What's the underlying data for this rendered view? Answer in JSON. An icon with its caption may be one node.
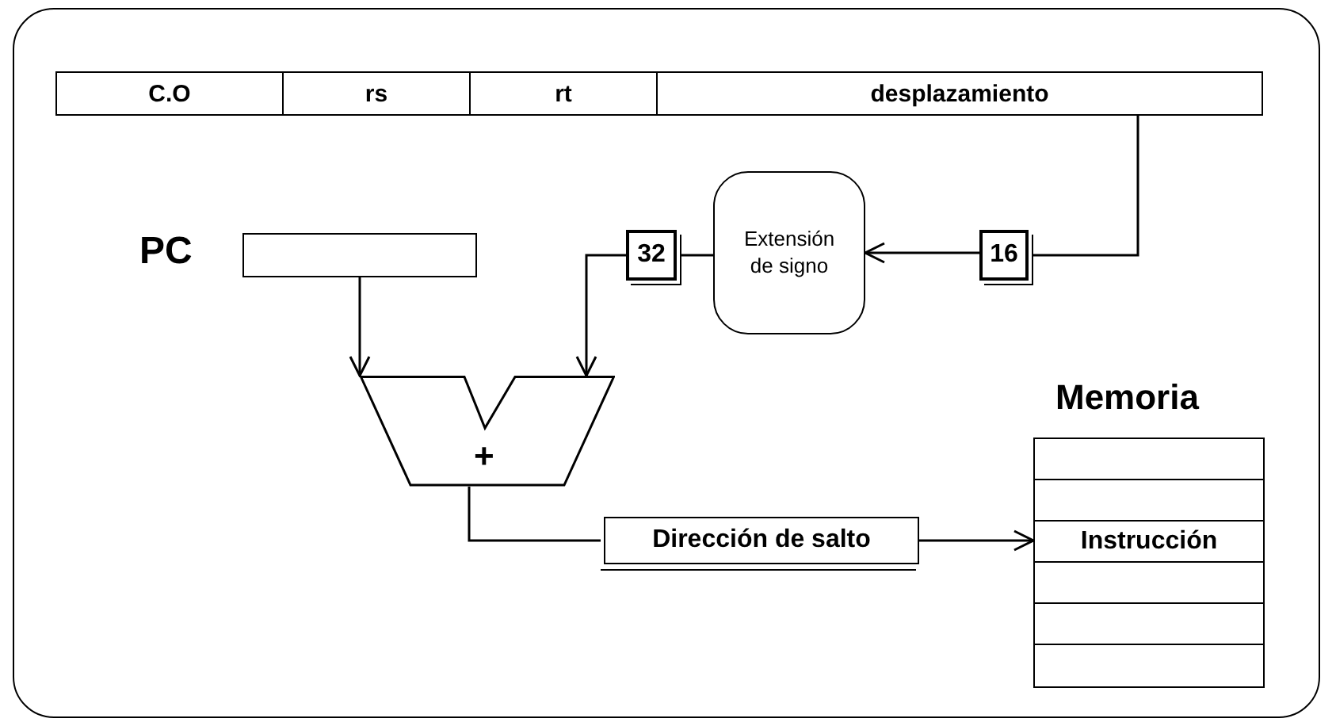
{
  "diagram": {
    "nodes": [
      {
        "text": [
          "C.O"
        ]
      },
      {
        "text": [
          "rs"
        ]
      },
      {
        "text": [
          "rt"
        ]
      },
      {
        "text": [
          "desplazamiento"
        ]
      },
      {
        "text": [
          "PC"
        ]
      },
      {
        "text": [
          "16"
        ]
      },
      {
        "text": [
          "Extensión de signo"
        ]
      },
      {
        "text": [
          "32"
        ]
      },
      {
        "text": [
          "+"
        ]
      },
      {
        "text": [
          "Dirección de salto"
        ]
      },
      {
        "text": [
          "Memoria"
        ]
      },
      {
        "text": [],
        "shape": "box",
        "in": 10
      },
      {
        "text": [],
        "shape": "box",
        "in": 10
      },
      {
        "text": [
          "Instrucción"
        ],
        "in": 10
      },
      {
        "text": [],
        "shape": "box",
        "in": 10
      },
      {
        "text": [],
        "shape": "box",
        "in": 10
      },
      {
        "text": [],
        "shape": "box",
        "in": 10
      }
    ],
    "edges": [
      {
        "from": 3,
        "to": 5,
        "arrow": "none"
      },
      {
        "from": 5,
        "to": 6,
        "arrow": "to"
      },
      {
        "from": 6,
        "to": 7,
        "arrow": "none"
      },
      {
        "from": 7,
        "to": 8,
        "arrow": "to"
      },
      {
        "from": 4,
        "to": 8,
        "arrow": "to"
      },
      {
        "from": 8,
        "to": 9,
        "arrow": "none"
      },
      {
        "from": 9,
        "to": 13,
        "arrow": "to"
      }
    ]
  }
}
